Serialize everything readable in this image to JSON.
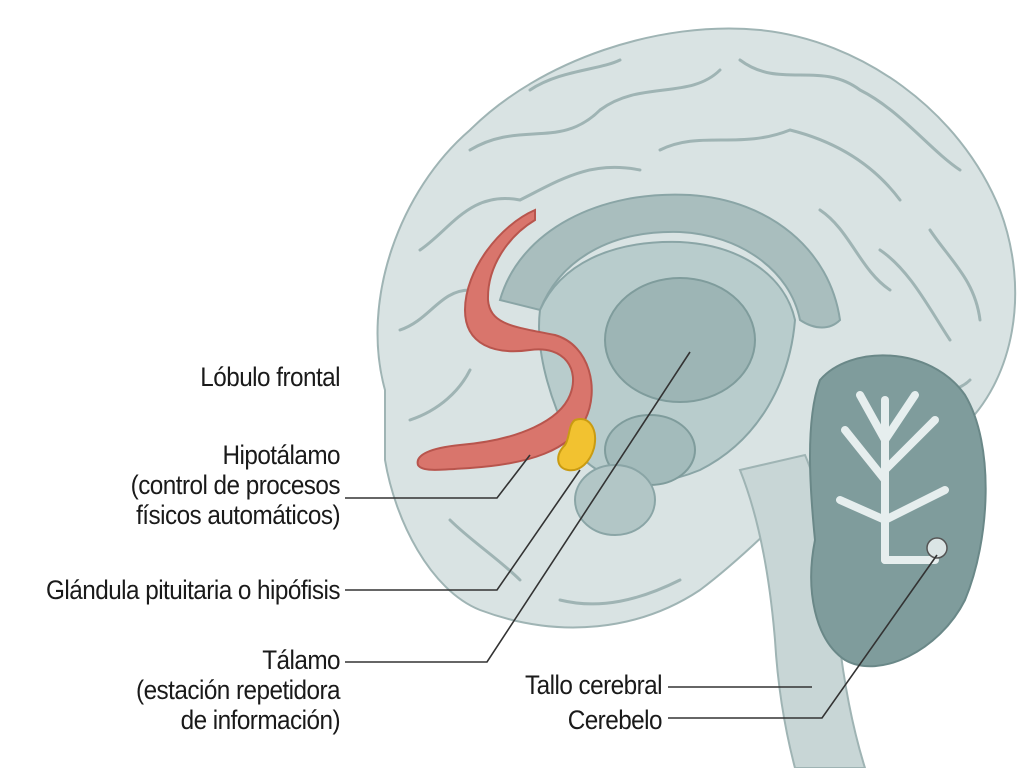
{
  "labels": {
    "frontal_lobe": "Lóbulo frontal",
    "hypothalamus": [
      "Hipotálamo",
      "(control de procesos",
      "físicos automáticos)"
    ],
    "pituitary": "Glándula pituitaria o hipófisis",
    "thalamus": [
      "Tálamo",
      "(estación repetidora",
      "de información)"
    ],
    "brainstem": "Tallo cerebral",
    "cerebellum": "Cerebelo"
  },
  "colors": {
    "cortex": "#d9e3e3",
    "gyrus_outline": "#9fb4b4",
    "inner": "#a9bebe",
    "deep": "#8aa5a6",
    "hypothalamus": "#d9756c",
    "pituitary": "#f2c230",
    "cerebellum": "#7f9c9c",
    "leader_line": "#333333"
  }
}
